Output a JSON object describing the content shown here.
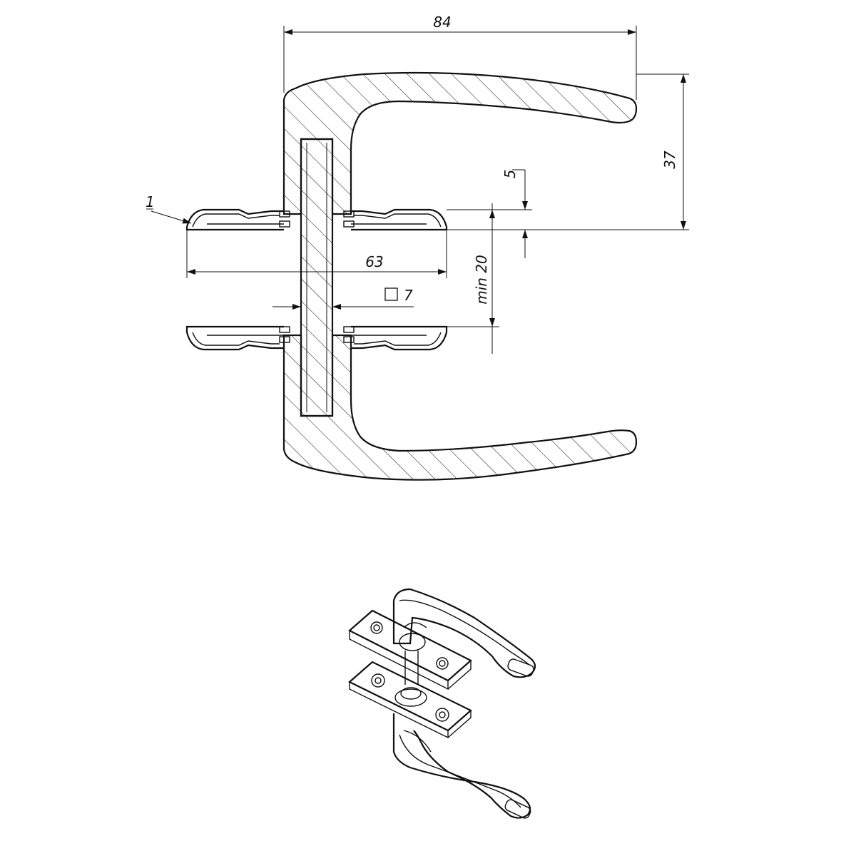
{
  "dimensions": {
    "width_overall": "84",
    "height_lever": "37",
    "rose_offset": "5",
    "rose_diameter": "63",
    "door_thickness": "min 20",
    "spindle": "7",
    "leader": "1"
  },
  "icons": {
    "spindle_square": "square-icon"
  }
}
